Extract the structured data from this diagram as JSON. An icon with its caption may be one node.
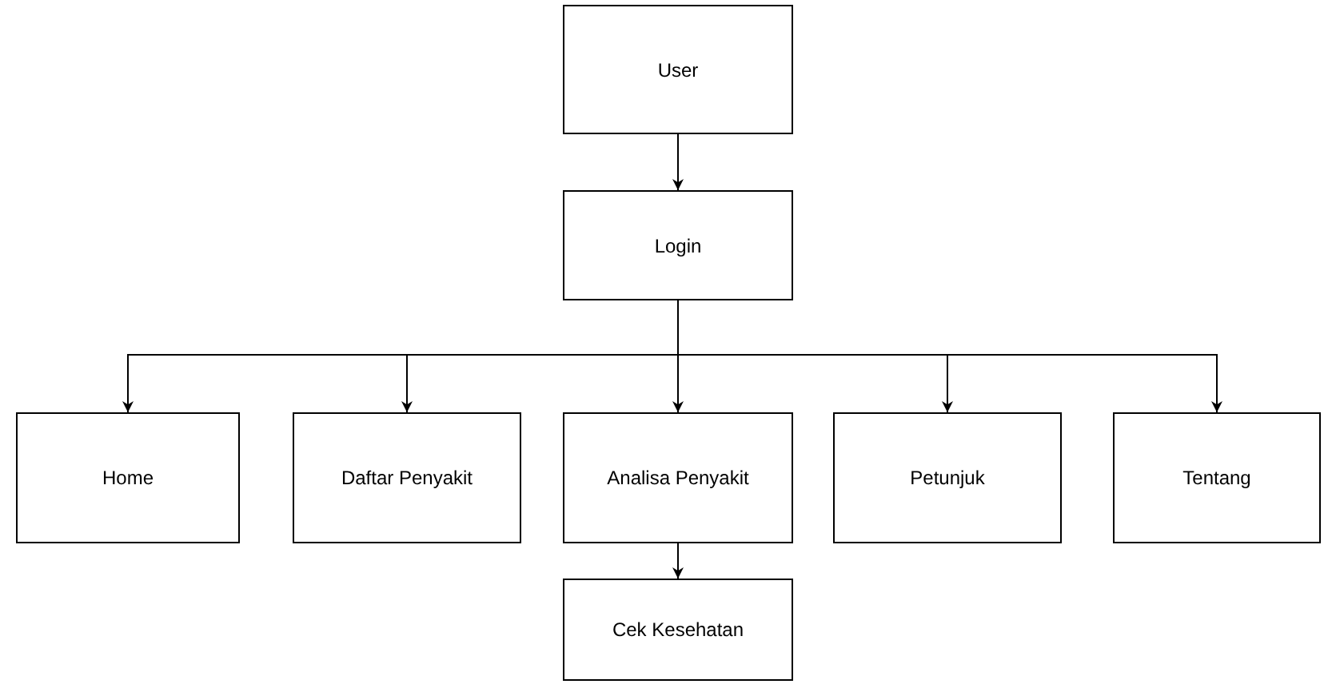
{
  "diagram": {
    "nodes": [
      {
        "text": [
          "User"
        ]
      },
      {
        "text": [
          "Login"
        ]
      },
      {
        "text": [
          "Home"
        ]
      },
      {
        "text": [
          "Daftar Penyakit"
        ]
      },
      {
        "text": [
          "Analisa Penyakit"
        ]
      },
      {
        "text": [
          "Petunjuk"
        ]
      },
      {
        "text": [
          "Tentang"
        ]
      },
      {
        "text": [
          "Cek Kesehatan"
        ]
      }
    ],
    "edges": [
      {
        "from": 0,
        "to": 1,
        "arrow": "to"
      },
      {
        "from": 1,
        "to": 2,
        "arrow": "to"
      },
      {
        "from": 1,
        "to": 3,
        "arrow": "to"
      },
      {
        "from": 1,
        "to": 4,
        "arrow": "to"
      },
      {
        "from": 1,
        "to": 5,
        "arrow": "to"
      },
      {
        "from": 1,
        "to": 6,
        "arrow": "to"
      },
      {
        "from": 4,
        "to": 7,
        "arrow": "to"
      }
    ]
  }
}
